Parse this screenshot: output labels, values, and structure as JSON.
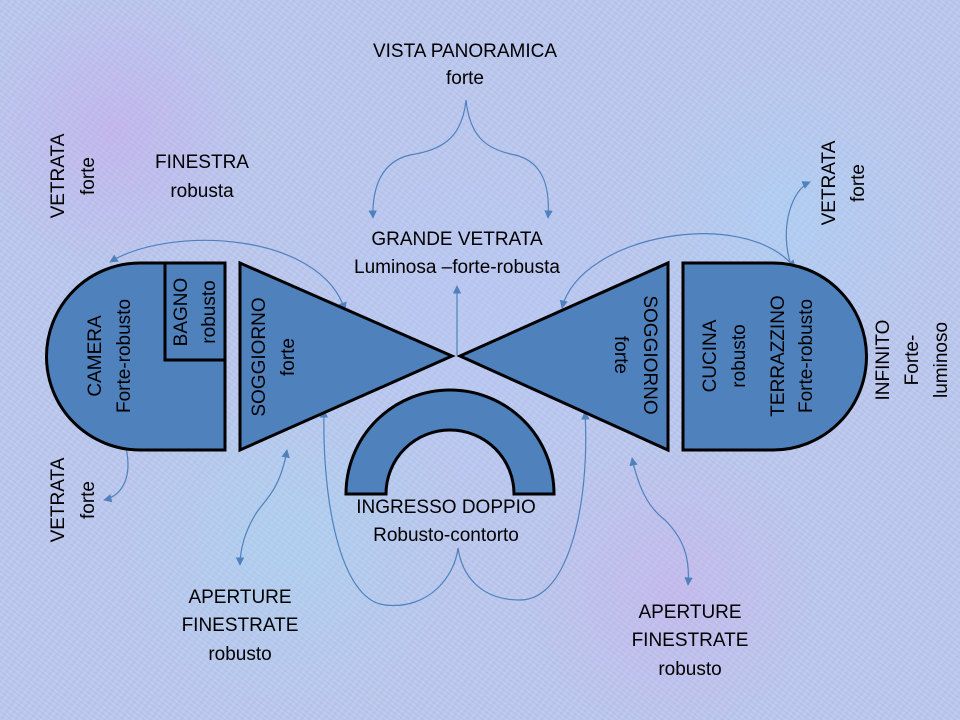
{
  "top": {
    "vista_title": "VISTA PANORAMICA",
    "vista_sub": "forte"
  },
  "center": {
    "grande_title": "GRANDE VETRATA",
    "grande_sub": "Luminosa –forte-robusta"
  },
  "left": {
    "vetrata_top_title": "VETRATA",
    "vetrata_top_sub": "forte",
    "finestra_title": "FINESTRA",
    "finestra_sub": "robusta",
    "camera_title": "CAMERA",
    "camera_sub": "Forte-robusto",
    "bagno_title": "BAGNO",
    "bagno_sub": "robusto",
    "soggiorno_title": "SOGGIORNO",
    "soggiorno_sub": "forte",
    "vetrata_bottom_title": "VETRATA",
    "vetrata_bottom_sub": "forte",
    "aperture_line1": "APERTURE",
    "aperture_line2": "FINESTRATE",
    "aperture_line3": "robusto"
  },
  "right": {
    "vetrata_title": "VETRATA",
    "vetrata_sub": "forte",
    "soggiorno_title": "SOGGIORNO",
    "soggiorno_sub": "forte",
    "cucina_title": "CUCINA",
    "cucina_sub": "robusto",
    "terrazzino_title": "TERRAZZINO",
    "terrazzino_sub": "Forte-robusto",
    "infinito_title": "INFINITO",
    "infinito_sub1": "Forte-",
    "infinito_sub2": "luminoso",
    "aperture_line1": "APERTURE",
    "aperture_line2": "FINESTRATE",
    "aperture_line3": "robusto"
  },
  "bottom": {
    "ingresso_title": "INGRESSO DOPPIO",
    "ingresso_sub": "Robusto-contorto"
  },
  "colors": {
    "shape_fill": "#4f81bd",
    "shape_stroke": "#000000",
    "connector": "#4f81bd"
  }
}
